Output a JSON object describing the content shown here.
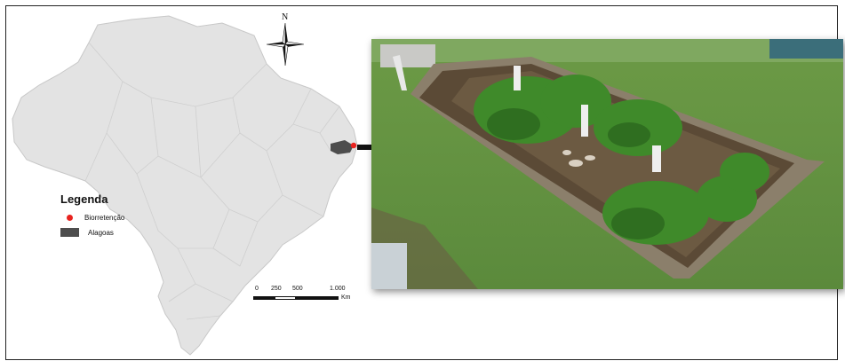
{
  "legend": {
    "title": "Legenda",
    "items": [
      {
        "label": "Biorretenção",
        "color": "#e8231f"
      },
      {
        "label": "Alagoas",
        "color": "#4d4d4d"
      }
    ]
  },
  "scalebar": {
    "labels": [
      "0",
      "250",
      "500",
      "1.000"
    ],
    "unit": "Km"
  },
  "north_arrow": {
    "label": "N"
  },
  "colors": {
    "map_fill": "#e3e3e3",
    "map_border": "#c8c8c8",
    "state_highlight": "#4d4d4d",
    "point": "#e8231f",
    "grass": "#6f9b4a",
    "plants": "#3f8a2a"
  }
}
